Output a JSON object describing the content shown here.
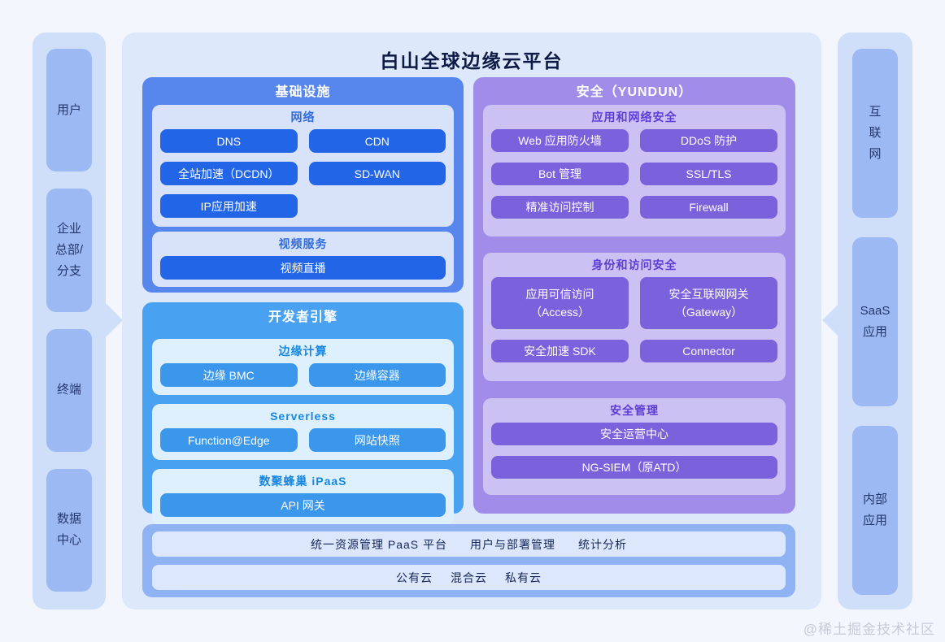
{
  "title": "白山全球边缘云平台",
  "left_sidebar": {
    "items": [
      "用户",
      "企业\n总部/\n分支",
      "终端",
      "数据\n中心"
    ]
  },
  "right_sidebar": {
    "items": [
      "互\n联\n网",
      "SaaS\n应用",
      "内部\n应用"
    ]
  },
  "infrastructure": {
    "title": "基础设施",
    "sections": [
      {
        "title": "网络",
        "items": [
          "DNS",
          "CDN",
          "全站加速（DCDN）",
          "SD-WAN",
          "IP应用加速"
        ]
      },
      {
        "title": "视频服务",
        "items": [
          "视频直播"
        ]
      }
    ]
  },
  "developer": {
    "title": "开发者引擎",
    "sections": [
      {
        "title": "边缘计算",
        "items": [
          "边缘 BMC",
          "边缘容器"
        ]
      },
      {
        "title": "Serverless",
        "items": [
          "Function@Edge",
          "网站快照"
        ]
      },
      {
        "title": "数聚蜂巢 iPaaS",
        "items": [
          "API 网关"
        ]
      }
    ]
  },
  "security": {
    "title": "安全（YUNDUN）",
    "sections": [
      {
        "title": "应用和网络安全",
        "items": [
          "Web 应用防火墙",
          "DDoS 防护",
          "Bot 管理",
          "SSL/TLS",
          "精准访问控制",
          "Firewall"
        ]
      },
      {
        "title": "身份和访问安全",
        "items": [
          "应用可信访问\n（Access）",
          "安全互联网网关\n（Gateway）",
          "安全加速 SDK",
          "Connector"
        ]
      },
      {
        "title": "安全管理",
        "items": [
          "安全运营中心",
          "NG-SIEM（原ATD）"
        ]
      }
    ]
  },
  "bottom": {
    "paas_row": [
      "统一资源管理 PaaS 平台",
      "用户与部署管理",
      "统计分析"
    ],
    "cloud_row": [
      "公有云",
      "混合云",
      "私有云"
    ]
  },
  "watermark": "@稀土掘金技术社区",
  "colors": {
    "page_bg": "#f3f6fd",
    "sidebar_bg": "#cfdffa",
    "sidebar_pill": "#9cb9f4",
    "main_bg": "#dee8fb",
    "title_text": "#0d1a45",
    "infrastructure_block": "#5787ec",
    "infrastructure_pill": "#2365e7",
    "developer_block": "#48a2f1",
    "developer_pill": "#3a97eb",
    "security_block": "#a18de9",
    "security_panel": "#ccc1f3",
    "security_pill": "#7a62dc",
    "bottom_block": "#8fb2f3",
    "bottom_bar": "#dde7fb"
  }
}
